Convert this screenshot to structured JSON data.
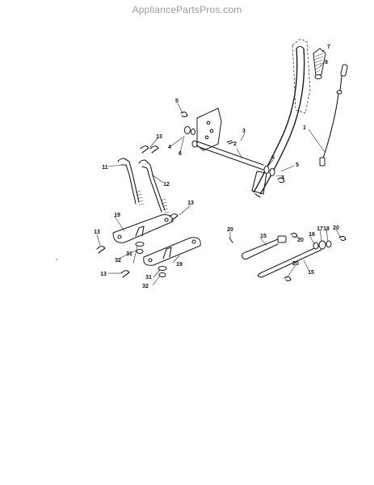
{
  "watermark": "AppliancePartsPros.com",
  "callouts": {
    "c1": "1",
    "c2": "2",
    "c3": "3",
    "c4a": "4",
    "c4b": "4",
    "c5a": "5",
    "c5b": "5",
    "c6a": "6",
    "c6b": "6",
    "c7": "7",
    "c8": "8",
    "c11": "11",
    "c12": "12",
    "c13a": "13",
    "c13b": "13",
    "c13c": "13",
    "c13d": "13",
    "c15a": "15",
    "c15b": "15",
    "c16": "16",
    "c17": "17",
    "c18": "18",
    "c19a": "19",
    "c19b": "19",
    "c20a": "20",
    "c20b": "20",
    "c20c": "20",
    "c20d": "20",
    "c31a": "31",
    "c31b": "31",
    "c32a": "32",
    "c32b": "32"
  }
}
